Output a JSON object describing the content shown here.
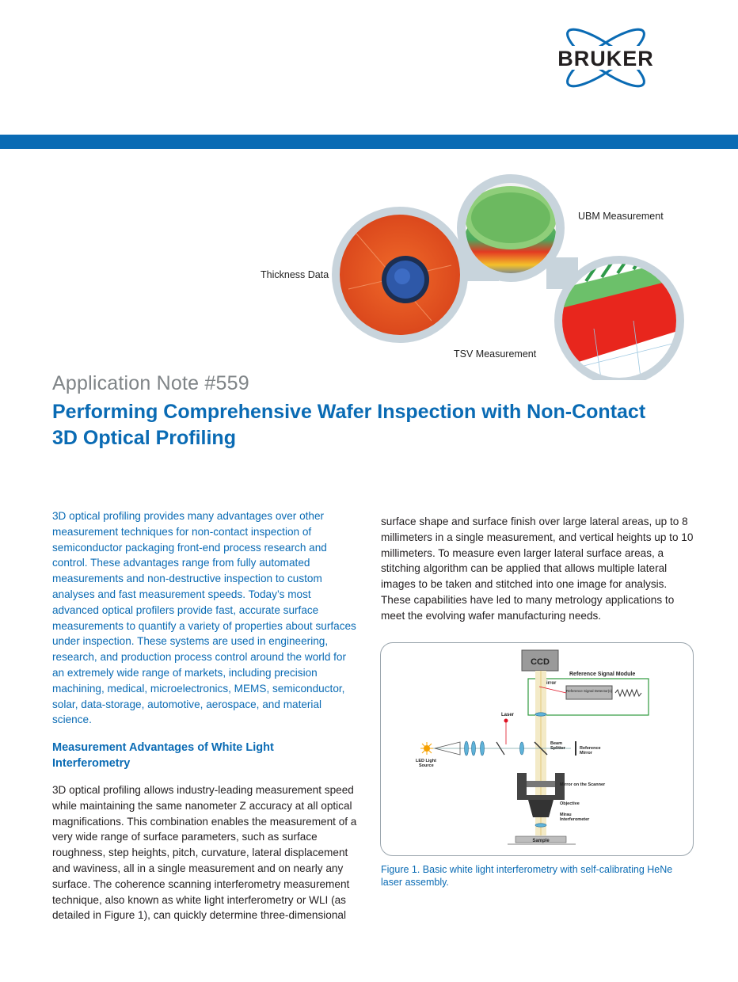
{
  "header": {
    "logo_text": "BRUKER",
    "brand_color": "#0a6bb4"
  },
  "hero": {
    "caption_thickness": "Thickness Data",
    "caption_ubm": "UBM Measurement",
    "caption_tsv": "TSV Measurement"
  },
  "document": {
    "app_note": "Application Note #559",
    "title": "Performing Comprehensive Wafer Inspection with Non-Contact 3D Optical Profiling",
    "intro": "3D optical profiling provides many advantages over other measurement techniques for non-contact inspection of semiconductor packaging front-end process research and control. These advantages range from fully automated measurements and non-destructive inspection to custom analyses and fast measurement speeds. Today’s most advanced optical profilers provide fast, accurate surface measurements to quantify a variety of properties about surfaces under inspection. These systems are used in engineering, research, and production process control around the world for an extremely wide range of markets, including precision machining, medical, microelectronics, MEMS, semiconductor, solar, data-storage, automotive, aerospace, and material science.",
    "section_heading": "Measurement Advantages of White Light Interferometry",
    "section_body": "3D optical profiling allows industry-leading measurement speed while maintaining the same nanometer Z accuracy at all optical magnifications. This combination enables the measurement of a very wide range of surface parameters, such as surface roughness, step heights, pitch, curvature, lateral displacement and waviness, all in a single measurement and on nearly any surface. The coherence scanning interferometry measurement technique, also known as white light interferometry or WLI (as detailed in Figure 1), can quickly determine three-dimensional",
    "right_body": "surface shape and surface finish over large lateral areas, up to 8 millimeters in a single measurement, and vertical heights up to 10 millimeters. To measure even larger lateral surface areas, a stitching algorithm can be applied that allows multiple lateral images to be taken and stitched into one image for analysis. These capabilities have led to many metrology applications to meet the evolving wafer manufacturing needs."
  },
  "figure": {
    "ccd": "CCD",
    "ref_module": "Reference Signal Module",
    "mirror": "Mirror",
    "detector": "Reference Signal Detector(s)",
    "laser": "Laser",
    "beam_splitter_1": "Beam",
    "beam_splitter_2": "Splitter",
    "ref_mirror_1": "Reference",
    "ref_mirror_2": "Mirror",
    "led_1": "LED Light",
    "led_2": "Source",
    "mirror_scanner": "Mirror on the Scanner",
    "objective": "Objective",
    "mirau_1": "Mirau",
    "mirau_2": "Interferometer",
    "sample": "Sample",
    "caption": "Figure 1. Basic white light interferometry with self-calibrating HeNe laser assembly."
  }
}
